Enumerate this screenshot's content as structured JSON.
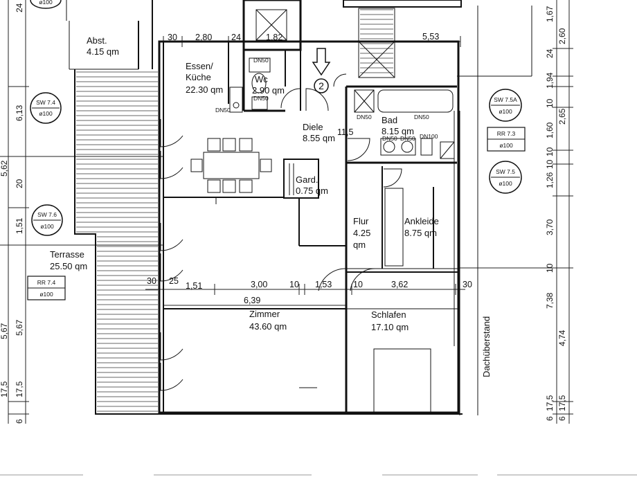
{
  "rooms": {
    "abst_name": "Abst.",
    "abst_area": "4.15 qm",
    "essen_name1": "Essen/",
    "essen_name2": "Küche",
    "essen_area": "22.30 qm",
    "wc_name": "Wc",
    "wc_area": "2.90 qm",
    "diele_name": "Diele",
    "diele_area": "8.55 qm",
    "bad_name": "Bad",
    "bad_area": "8.15 qm",
    "gard_name": "Gard.",
    "gard_area": "0.75 qm",
    "flur_name": "Flur",
    "flur_area1": "4.25",
    "flur_area2": "qm",
    "ankleide_name": "Ankleide",
    "ankleide_area": "8.75 qm",
    "terrasse_name": "Terrasse",
    "terrasse_area": "25.50 qm",
    "zimmer_name": "Zimmer",
    "zimmer_area": "43.60 qm",
    "schlafen_name": "Schlafen",
    "schlafen_area": "17.10 qm"
  },
  "marker_number": "2",
  "roof_label": "Dachüberstand",
  "badges": {
    "sw74": {
      "code": "SW 7.4",
      "dia": "ø100"
    },
    "sw76": {
      "code": "SW 7.6",
      "dia": "ø100"
    },
    "sw75a": {
      "code": "SW 7.5A",
      "dia": "ø100"
    },
    "sw75": {
      "code": "SW 7.5",
      "dia": "ø100"
    },
    "rr74": {
      "code": "RR 7.4",
      "dia": "ø100"
    },
    "rr73": {
      "code": "RR 7.3",
      "dia": "ø100"
    },
    "sw_top": {
      "dia": "ø100"
    }
  },
  "fixture_tags": {
    "wc_top": "DN50",
    "wc_side": "DN50",
    "kitchen": "DN50",
    "bad1": "DN50",
    "bad2": "DN50",
    "bad3": "DN50",
    "bad4": "DN50",
    "bad5": "DN100"
  },
  "dims": {
    "top": [
      "30",
      "2,80",
      "24",
      "1,82",
      "5,53"
    ],
    "diele": "11,5",
    "mid": [
      "30",
      "25",
      "1,51",
      "3,00",
      "10",
      "1,53",
      "10",
      "3,62",
      "30"
    ],
    "zimmer_total": "6,39",
    "left_outer": [
      "24",
      "6,13",
      "5,62",
      "20",
      "1,51",
      "5,67",
      "5,67",
      "17,5",
      "17,5",
      "6"
    ],
    "right_outer": [
      "1,67",
      "2,60",
      "24",
      "1,94",
      "2,65",
      "10",
      "1,60",
      "10",
      "1,26",
      "10",
      "3,70",
      "10",
      "7,38",
      "4,74",
      "17,5",
      "6",
      "17,5",
      "6"
    ]
  }
}
